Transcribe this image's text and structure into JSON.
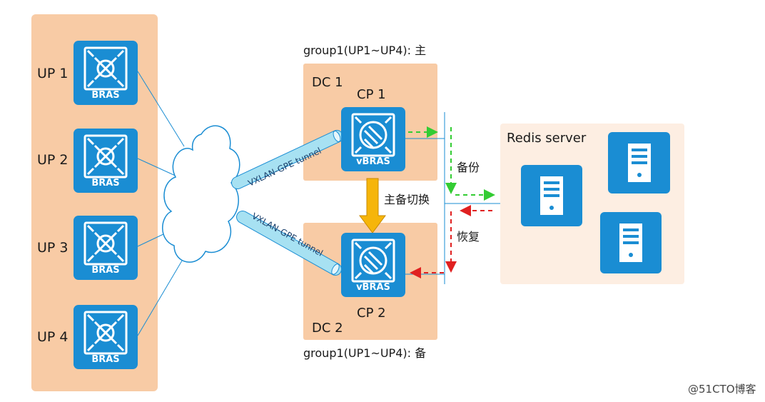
{
  "diagram": {
    "up_nodes": [
      {
        "label": "UP 1",
        "device": "BRAS"
      },
      {
        "label": "UP 2",
        "device": "BRAS"
      },
      {
        "label": "UP 3",
        "device": "BRAS"
      },
      {
        "label": "UP 4",
        "device": "BRAS"
      }
    ],
    "group_primary": "group1(UP1~UP4): 主",
    "group_backup": "group1(UP1~UP4): 备",
    "dc1": {
      "title": "DC 1",
      "cp": "CP 1",
      "device": "vBRAS"
    },
    "dc2": {
      "title": "DC 2",
      "cp": "CP 2",
      "device": "vBRAS"
    },
    "tunnel_label": "VXLAN-GPE tunnel",
    "switchover_label": "主备切换",
    "backup_label": "备份",
    "restore_label": "恢复",
    "redis_title": "Redis server",
    "watermark": "@51CTO博客",
    "colors": {
      "panel": "#f8cba5",
      "redis_panel": "#fdeee2",
      "device_blue": "#1a8dd3",
      "line": "#1a8dd3",
      "tunnel": "#a7e1f2",
      "arrow_yellow": "#f6b50a",
      "backup_green": "#33cc33",
      "restore_red": "#e02020"
    }
  }
}
